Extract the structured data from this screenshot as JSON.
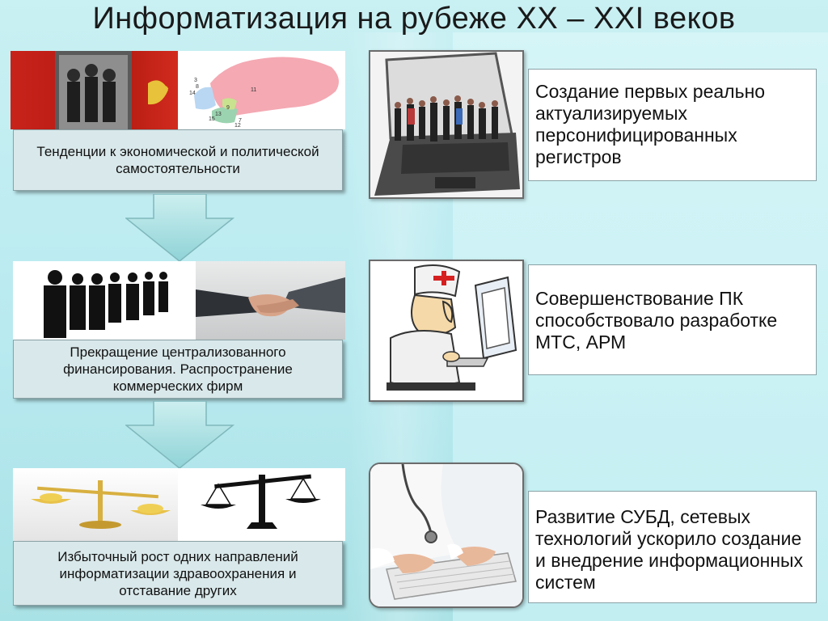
{
  "title": "Информатизация на рубеже XX – XXI веков",
  "left_column": [
    {
      "text": "Тенденции к экономической и политической самостоятельности",
      "images": [
        "soviet-flag-crowd-image",
        "ussr-map-image"
      ]
    },
    {
      "text": "Прекращение централизованного финансирования. Распространение коммерческих фирм",
      "images": [
        "business-people-silhouettes-image",
        "handshake-image"
      ]
    },
    {
      "text": "Избыточный рост одних направлений информатизации здравоохранения и отставание других",
      "images": [
        "gold-scales-image",
        "black-scales-image"
      ]
    }
  ],
  "right_column": [
    {
      "text": "Создание первых реально актуализируемых персонифицированных регистров",
      "image": "laptop-crowd-image"
    },
    {
      "text": "Совершенствование ПК способствовало разработке МТС, АРМ",
      "image": "doctor-computer-cartoon-image"
    },
    {
      "text": "Развитие СУБД, сетевых технологий ускорило создание и внедрение информационных систем",
      "image": "doctor-keyboard-image"
    }
  ],
  "map_numbers": [
    "3",
    "8",
    "14",
    "11",
    "9",
    "13",
    "15",
    "7",
    "12"
  ],
  "colors": {
    "accent_arrow": "#9fdde0",
    "box_fill": "#d9e8ea",
    "border": "#8aa2a6"
  }
}
